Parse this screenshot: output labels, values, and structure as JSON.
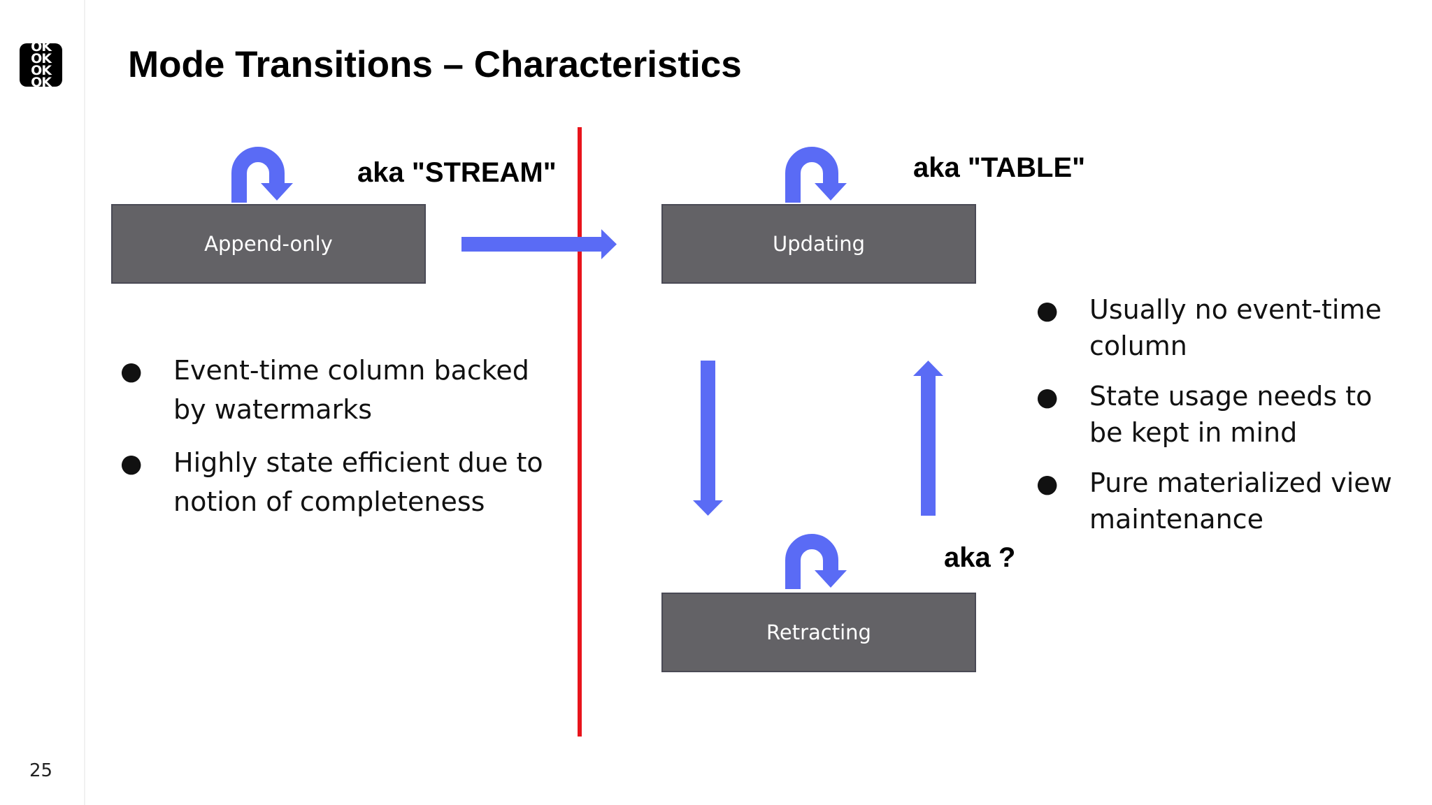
{
  "slide": {
    "title": "Mode Transitions – Characteristics",
    "page_number": "25"
  },
  "logo": {
    "lines": [
      "OK",
      "OK",
      "OK",
      "OK"
    ]
  },
  "modes": {
    "append_only": {
      "label": "Append-only",
      "aka": "aka \"STREAM\""
    },
    "updating": {
      "label": "Updating",
      "aka": "aka \"TABLE\""
    },
    "retracting": {
      "label": "Retracting",
      "aka": "aka ?"
    }
  },
  "left_bullets": [
    "Event-time column backed by watermarks",
    "Highly state efficient due to notion of completeness"
  ],
  "right_bullets": [
    "Usually no event-time column",
    "State usage needs to be kept in mind",
    "Pure materialized view maintenance"
  ],
  "colors": {
    "arrow": "#5a6bf5",
    "divider_line": "#e8141c",
    "box_fill": "#636266",
    "box_text": "#ffffff"
  },
  "icons": {
    "bullet": "●",
    "self_loop": "u-turn-arrow-icon",
    "transition": "straight-arrow-icon"
  }
}
